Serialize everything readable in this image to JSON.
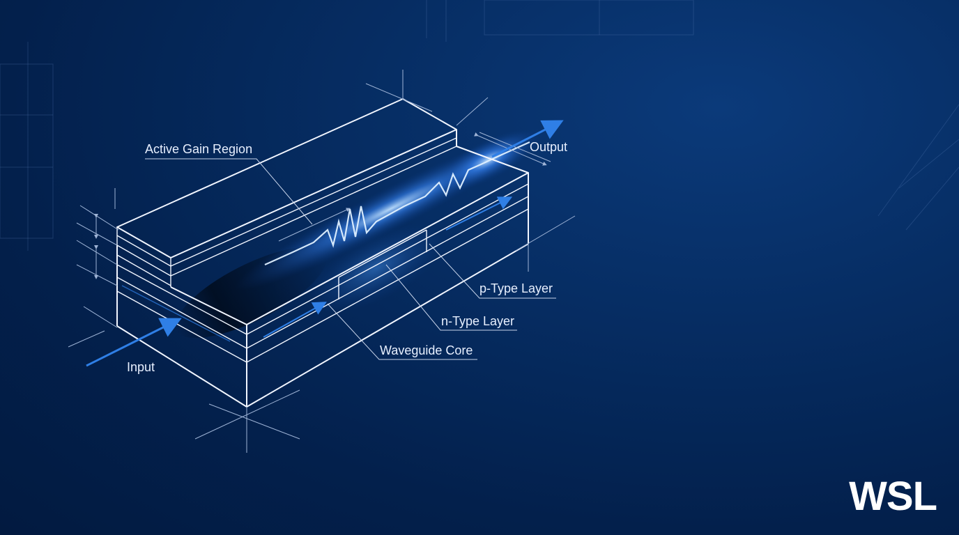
{
  "labels": {
    "active_gain_region": "Active Gain Region",
    "output": "Output",
    "input": "Input",
    "p_type_layer": "p-Type Layer",
    "n_type_layer": "n-Type Layer",
    "waveguide_core": "Waveguide Core"
  },
  "brand": {
    "logo_text": "WSL"
  },
  "colors": {
    "background": "#03204c",
    "line": "#f2f6ff",
    "beam": "#3b8bff",
    "arrow": "#2f7fe6"
  }
}
